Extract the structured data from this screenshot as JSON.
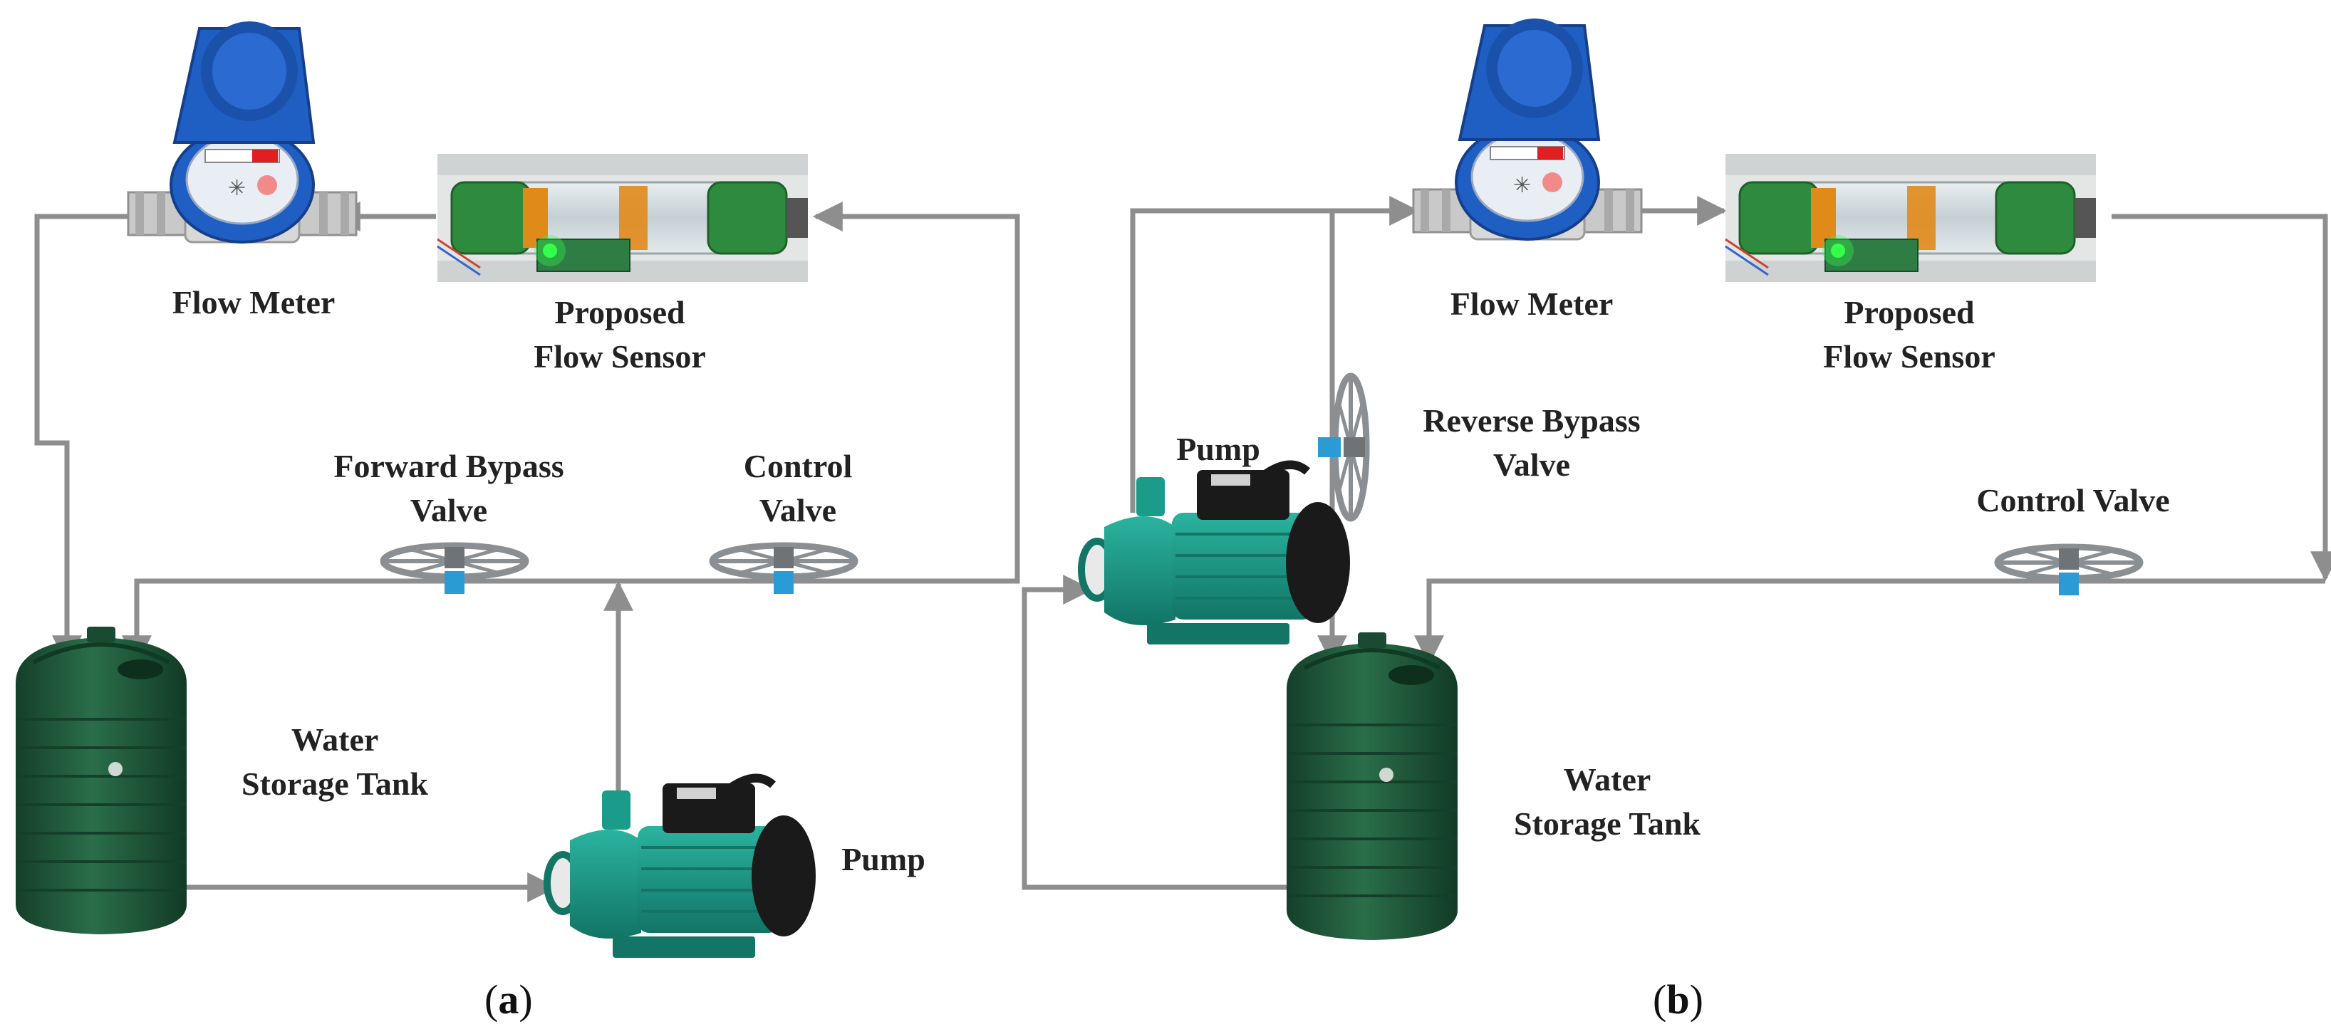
{
  "panel_a": {
    "caption": {
      "open": "(",
      "letter": "a",
      "close": ")"
    },
    "flow_meter": "Flow Meter",
    "flow_sensor": [
      "Proposed",
      "Flow Sensor"
    ],
    "forward_bypass_valve": [
      "Forward Bypass",
      "Valve"
    ],
    "control_valve": [
      "Control",
      "Valve"
    ],
    "water_tank": [
      "Water",
      "Storage Tank"
    ],
    "pump": "Pump"
  },
  "panel_b": {
    "caption": {
      "open": "(",
      "letter": "b",
      "close": ")"
    },
    "flow_meter": "Flow Meter",
    "flow_sensor": [
      "Proposed",
      "Flow Sensor"
    ],
    "reverse_bypass_valve": [
      "Reverse Bypass",
      "Valve"
    ],
    "control_valve": "Control Valve",
    "water_tank": [
      "Water",
      "Storage Tank"
    ],
    "pump": "Pump"
  },
  "colors": {
    "pipe": "#8e8e8e",
    "meter_blue": "#1f5fc4",
    "tank_green": "#1e5a3a",
    "pump_teal": "#1b9b8a",
    "motor_black": "#1a1a1a",
    "valve_gray": "#8a8f94",
    "valve_blue": "#2b9bd6",
    "sensor_green": "#2e8b3e",
    "sensor_orange": "#e08a1a"
  },
  "icons": [
    "flow-meter-icon",
    "flow-sensor-icon",
    "valve-icon",
    "water-tank-icon",
    "pump-icon"
  ]
}
